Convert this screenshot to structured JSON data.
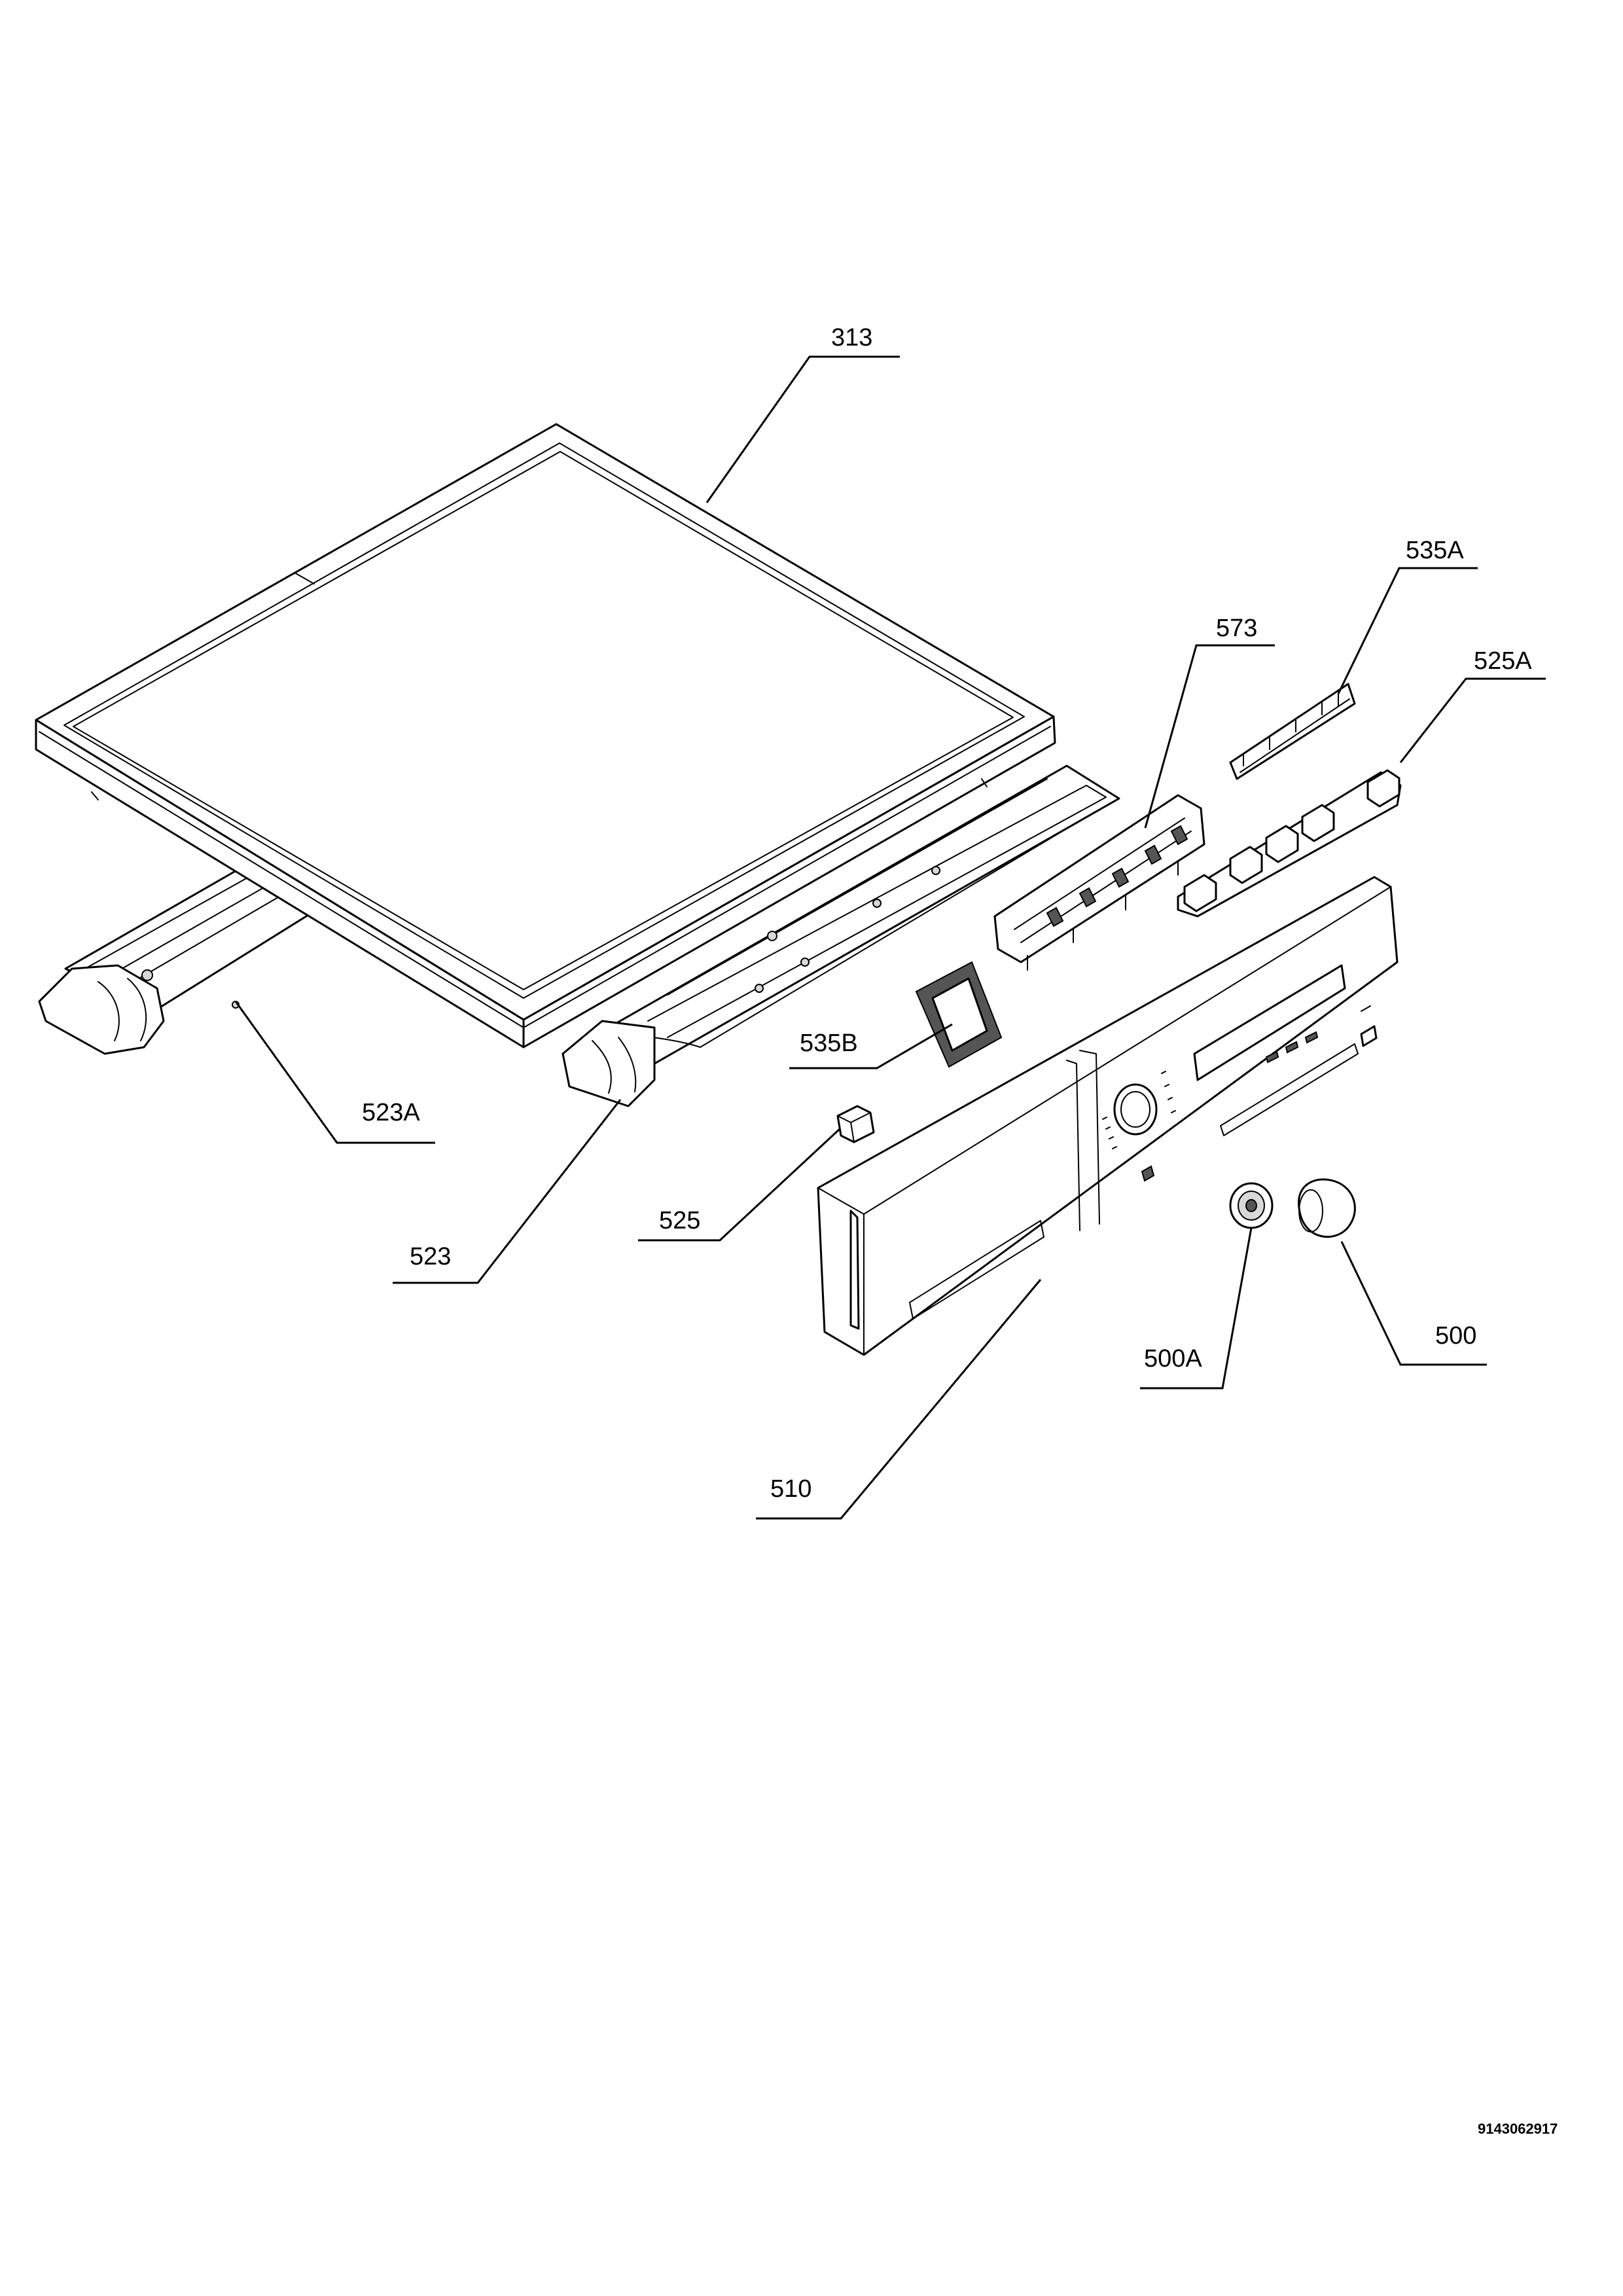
{
  "diagram": {
    "document_id": "9143062917",
    "callouts": [
      {
        "id": "313",
        "label": "313"
      },
      {
        "id": "535A",
        "label": "535A"
      },
      {
        "id": "573",
        "label": "573"
      },
      {
        "id": "525A",
        "label": "525A"
      },
      {
        "id": "535B",
        "label": "535B"
      },
      {
        "id": "523A",
        "label": "523A"
      },
      {
        "id": "525",
        "label": "525"
      },
      {
        "id": "523",
        "label": "523"
      },
      {
        "id": "500",
        "label": "500"
      },
      {
        "id": "500A",
        "label": "500A"
      },
      {
        "id": "510",
        "label": "510"
      }
    ]
  }
}
